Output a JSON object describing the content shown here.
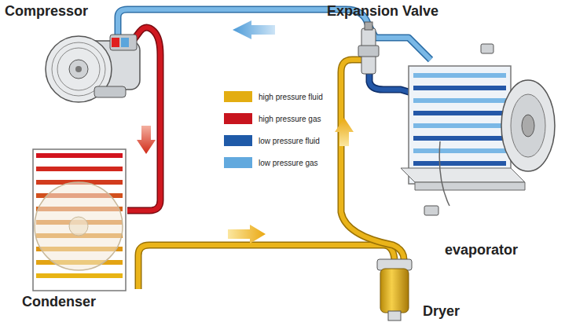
{
  "diagram": {
    "labels": [
      "Compressor",
      "Expansion Valve",
      "Condenser",
      "Dryer",
      "evaporator"
    ],
    "legend": [
      {
        "text": "high pressure fluid",
        "color": "#e3ad12"
      },
      {
        "text": "high pressure gas",
        "color": "#c8141e"
      },
      {
        "text": "low pressure fluid",
        "color": "#1f5aa8"
      },
      {
        "text": "low pressure gas",
        "color": "#62a9de"
      }
    ]
  }
}
